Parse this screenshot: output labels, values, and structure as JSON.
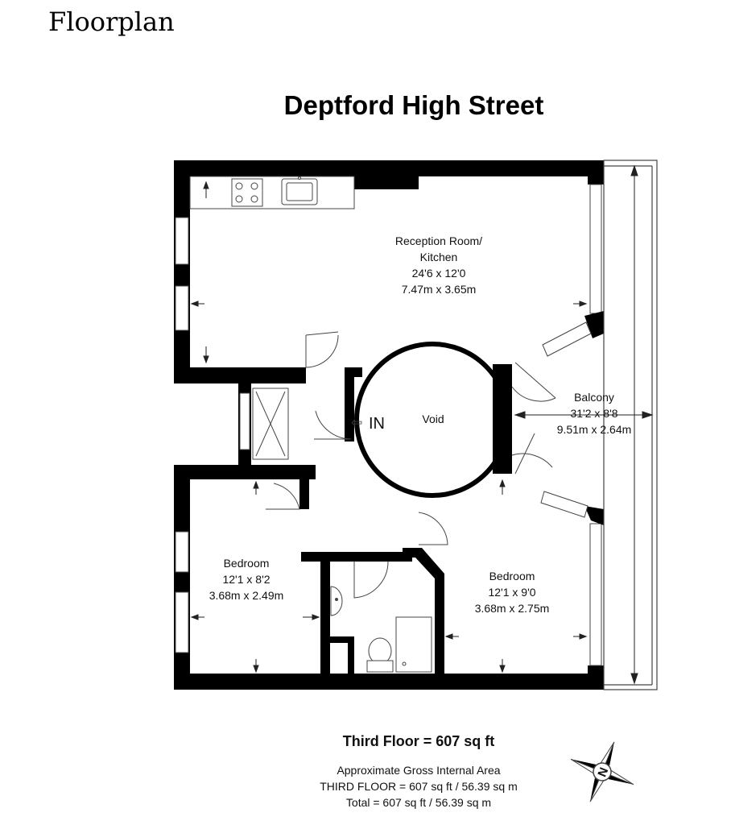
{
  "page_heading": "Floorplan",
  "plan_title": "Deptford High Street",
  "rooms": {
    "reception": {
      "name_line1": "Reception Room/",
      "name_line2": "Kitchen",
      "imperial": "24'6 x 12'0",
      "metric": "7.47m x 3.65m"
    },
    "balcony": {
      "name": "Balcony",
      "imperial": "31'2 x 8'8",
      "metric": "9.51m x 2.64m"
    },
    "void": {
      "name": "Void"
    },
    "entrance": {
      "label": "IN",
      "arrow": "⇦"
    },
    "bedroom_left": {
      "name": "Bedroom",
      "imperial": "12'1 x 8'2",
      "metric": "3.68m x 2.49m"
    },
    "bedroom_right": {
      "name": "Bedroom",
      "imperial": "12'1 x 9'0",
      "metric": "3.68m x 2.75m"
    }
  },
  "summary": {
    "floor_total": "Third Floor = 607 sq ft",
    "gross_label": "Approximate Gross Internal Area",
    "floor_line": "THIRD FLOOR = 607 sq ft / 56.39 sq m",
    "total_line": "Total = 607 sq ft / 56.39 sq m"
  },
  "compass": {
    "letter": "N"
  },
  "colors": {
    "wall": "#000000",
    "thin_line": "#444444"
  }
}
